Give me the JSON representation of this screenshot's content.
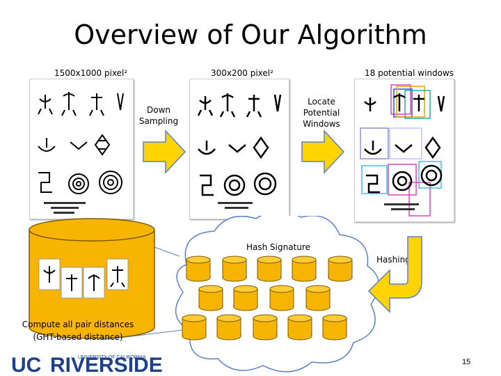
{
  "slide": {
    "title": "Overview of Our Algorithm",
    "page_number": "15",
    "colors": {
      "barrel": "#f7b400",
      "barrel_stroke": "#7a5a00",
      "arrow": "#ffd400",
      "arrow_stroke": "#5b7fc4",
      "cloud_stroke": "#5b7fc4",
      "cloud_fill": "#ffffff"
    }
  },
  "labels": {
    "res_full": "1500x1000 pixel²",
    "res_down": "300x200 pixel²",
    "windows": "18 potential windows",
    "down_sampling": [
      "Down",
      "Sampling"
    ],
    "locate": [
      "Locate",
      "Potential",
      "Windows"
    ],
    "hash_signature": "Hash Signature",
    "hashing": "Hashing",
    "compute": [
      "Compute all pair distances",
      "(GHT-based distance)"
    ]
  },
  "logo": {
    "text": "UCRIVERSIDE",
    "subtext": "UNIVERSITY OF CALIFORNIA",
    "icon": "ucr-logo"
  }
}
